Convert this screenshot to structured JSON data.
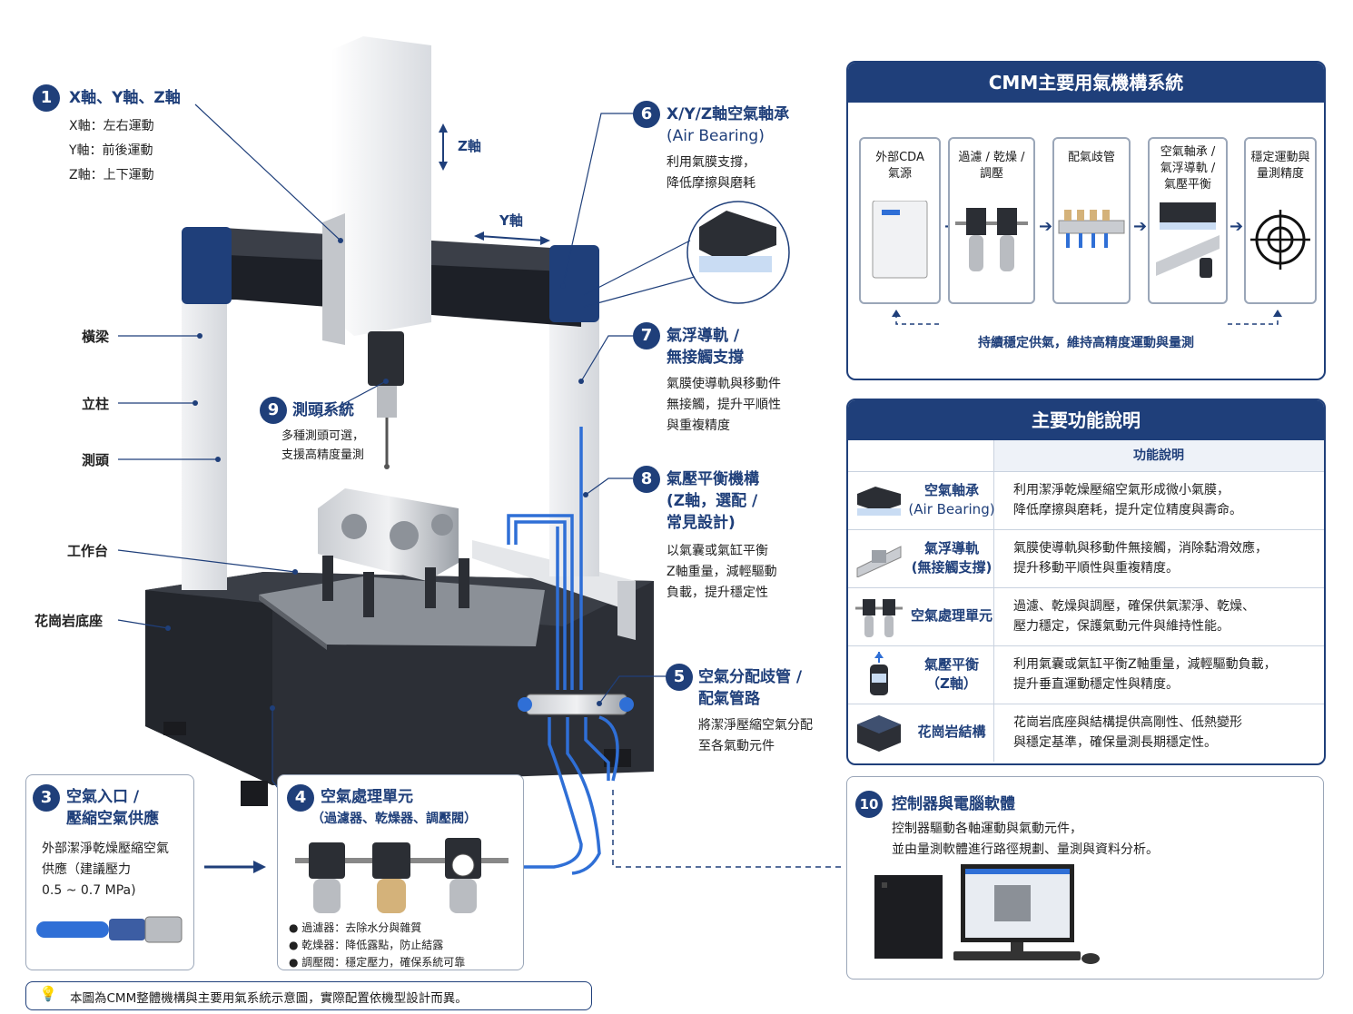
{
  "callouts": {
    "c1": {
      "num": "1",
      "title": "X軸、Y軸、Z軸",
      "lines": [
        "X軸：左右運動",
        "Y軸：前後運動",
        "Z軸：上下運動"
      ]
    },
    "c6": {
      "num": "6",
      "title1": "X/Y/Z軸空氣軸承",
      "title2": "(Air Bearing)",
      "lines": [
        "利用氣膜支撐，",
        "降低摩擦與磨耗"
      ]
    },
    "c7": {
      "num": "7",
      "title1": "氣浮導軌 /",
      "title2": "無接觸支撐",
      "lines": [
        "氣膜使導軌與移動件",
        "無接觸，提升平順性",
        "與重複精度"
      ]
    },
    "c9": {
      "num": "9",
      "title": "測頭系統",
      "lines": [
        "多種測頭可選，",
        "支援高精度量測"
      ]
    },
    "c8": {
      "num": "8",
      "title1": "氣壓平衡機構",
      "title2": "(Z軸，選配 /",
      "title3": "常見設計)",
      "lines": [
        "以氣囊或氣缸平衡",
        "Z軸重量，減輕驅動",
        "負載，提升穩定性"
      ]
    },
    "c5": {
      "num": "5",
      "title1": "空氣分配歧管 /",
      "title2": "配氣管路",
      "lines": [
        "將潔淨壓縮空氣分配",
        "至各氣動元件"
      ]
    },
    "c3": {
      "num": "3",
      "title1": "空氣入口 /",
      "title2": "壓縮空氣供應",
      "lines": [
        "外部潔淨乾燥壓縮空氣",
        "供應（建議壓力",
        "0.5 ~ 0.7 MPa)"
      ]
    },
    "c4": {
      "num": "4",
      "title1": "空氣處理單元",
      "title2": "（過濾器、乾燥器、調壓閥）",
      "bullets": [
        "過濾器：去除水分與雜質",
        "乾燥器：降低露點，防止結露",
        "調壓閥：穩定壓力，確保系統可靠"
      ]
    },
    "c10": {
      "num": "10",
      "title": "控制器與電腦軟體",
      "lines": [
        "控制器驅動各軸運動與氣動元件，",
        "並由量測軟體進行路徑規劃、量測與資料分析。"
      ]
    }
  },
  "axis_labels": {
    "z": "Z軸",
    "y": "Y軸"
  },
  "part_labels": [
    "橫梁",
    "立柱",
    "測頭",
    "工作台",
    "花崗岩底座"
  ],
  "pneumatic_panel": {
    "title": "CMM主要用氣機構系統",
    "steps": [
      {
        "l1": "外部CDA",
        "l2": "氣源",
        "l3": ""
      },
      {
        "l1": "過濾 / 乾燥 /",
        "l2": "調壓",
        "l3": ""
      },
      {
        "l1": "配氣歧管",
        "l2": "",
        "l3": ""
      },
      {
        "l1": "空氣軸承 /",
        "l2": "氣浮導軌 /",
        "l3": "氣壓平衡"
      },
      {
        "l1": "穩定運動與",
        "l2": "量測精度",
        "l3": ""
      }
    ],
    "footer": "持續穩定供氣，維持高精度運動與量測"
  },
  "function_panel": {
    "title": "主要功能說明",
    "col_header": "功能說明",
    "rows": [
      {
        "n1": "空氣軸承",
        "n2": "(Air Bearing)",
        "d1": "利用潔淨乾燥壓縮空氣形成微小氣膜，",
        "d2": "降低摩擦與磨耗，提升定位精度與壽命。"
      },
      {
        "n1": "氣浮導軌",
        "n2": "(無接觸支撐)",
        "d1": "氣膜使導軌與移動件無接觸，消除黏滑效應，",
        "d2": "提升移動平順性與重複精度。"
      },
      {
        "n1": "空氣處理單元",
        "n2": "",
        "d1": "過濾、乾燥與調壓，確保供氣潔淨、乾燥、",
        "d2": "壓力穩定，保護氣動元件與維持性能。"
      },
      {
        "n1": "氣壓平衡",
        "n2": "（Z軸）",
        "d1": "利用氣囊或氣缸平衡Z軸重量，減輕驅動負載，",
        "d2": "提升垂直運動穩定性與精度。"
      },
      {
        "n1": "花崗岩結構",
        "n2": "",
        "d1": "花崗岩底座與結構提供高剛性、低熱變形",
        "d2": "與穩定基準，確保量測長期穩定性。"
      }
    ]
  },
  "note": "本圖為CMM整體機構與主要用氣系統示意圖，實際配置依機型設計而異。",
  "colors": {
    "navy": "#1f3f7a",
    "blue": "#2f6fd6",
    "granite": "#2a2d33"
  }
}
